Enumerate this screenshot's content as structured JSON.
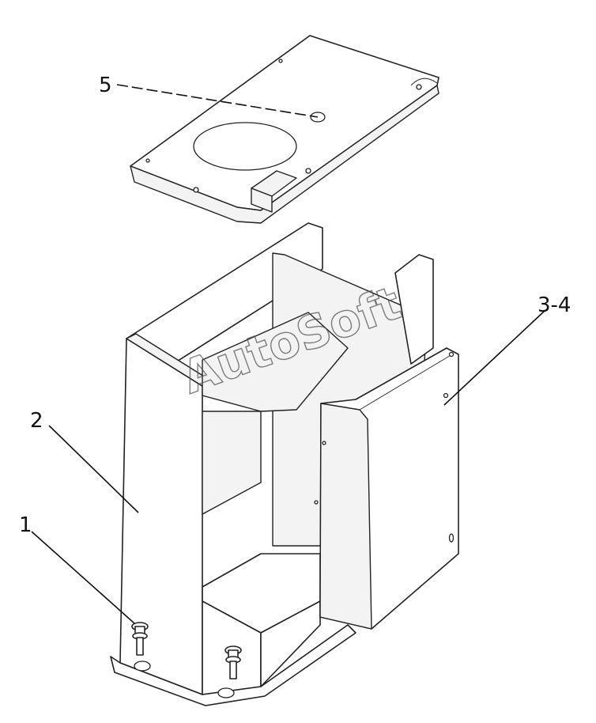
{
  "callouts": [
    {
      "id": "1",
      "text": "1"
    },
    {
      "id": "2",
      "text": "2"
    },
    {
      "id": "3-4",
      "text": "3-4"
    },
    {
      "id": "5",
      "text": "5"
    }
  ],
  "watermark": "AutoSoft"
}
